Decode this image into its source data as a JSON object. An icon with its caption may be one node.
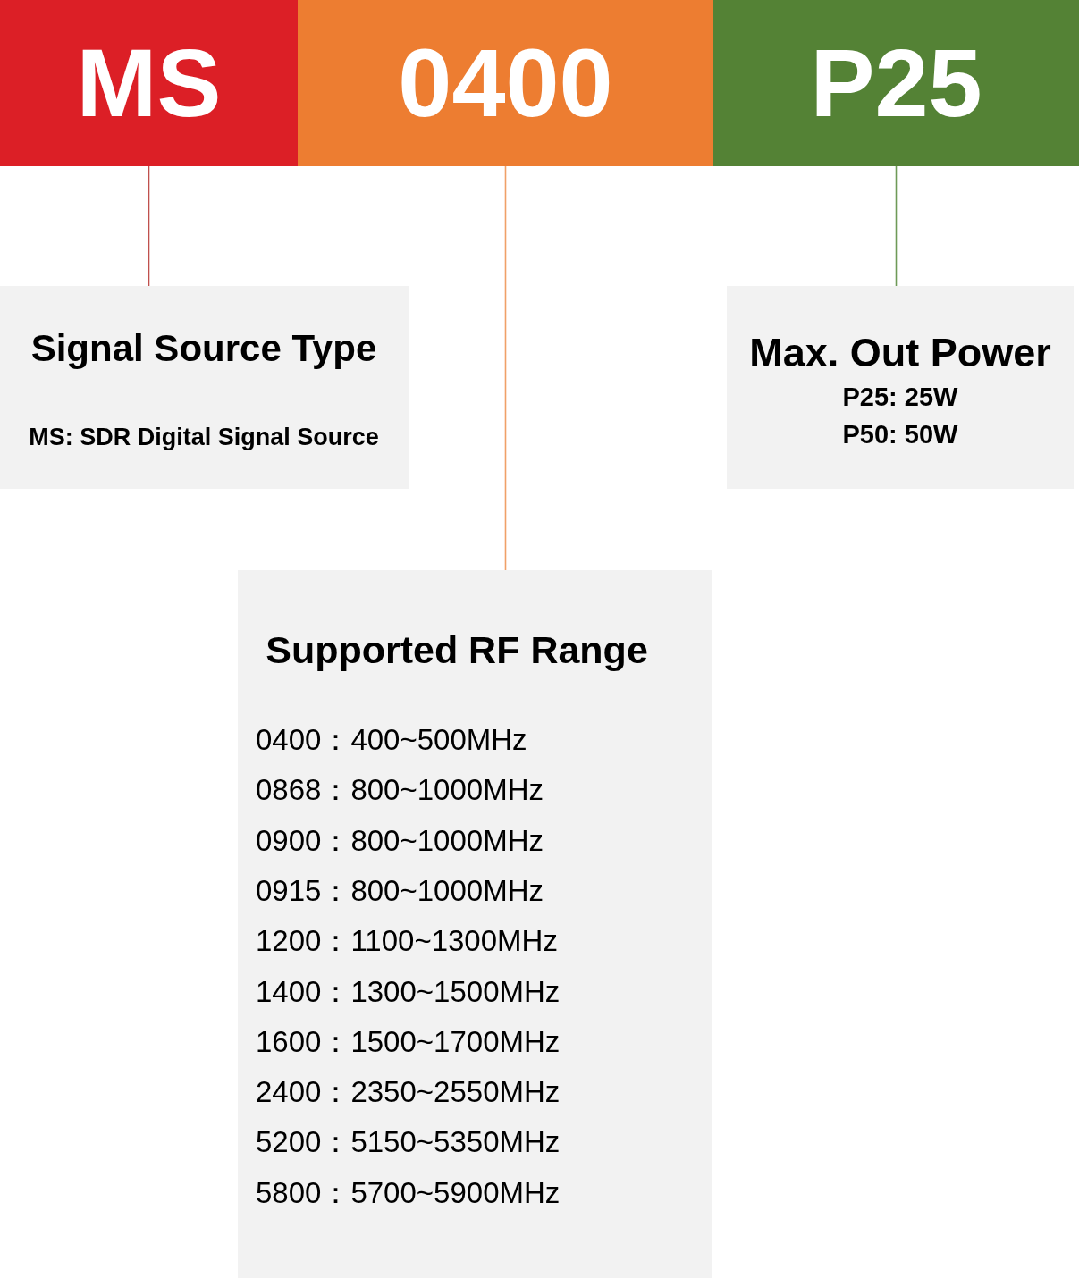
{
  "diagram": {
    "nodes": [
      {
        "text": [
          "MS"
        ]
      },
      {
        "text": [
          "0400"
        ]
      },
      {
        "text": [
          "P25"
        ]
      },
      {
        "text": [
          "Signal Source Type",
          "MS: SDR Digital Signal Source"
        ]
      },
      {
        "text": [
          "Max. Out Power",
          "P25: 25W",
          "P50: 50W"
        ]
      },
      {
        "text": [
          "Supported RF Range",
          "0400：400~500MHz",
          "0868：800~1000MHz",
          "0900：800~1000MHz",
          "0915：800~1000MHz",
          "1200：1100~1300MHz",
          "1400：1300~1500MHz",
          "1600：1500~1700MHz",
          "2400：2350~2550MHz",
          "5200：5150~5350MHz",
          "5800：5700~5900MHz"
        ]
      }
    ],
    "edges": [
      {
        "from": 0,
        "to": 3,
        "arrow": "none",
        "color": "#c0504d"
      },
      {
        "from": 1,
        "to": 5,
        "arrow": "none",
        "color": "#f0a068"
      },
      {
        "from": 2,
        "to": 4,
        "arrow": "none",
        "color": "#6e9a58"
      }
    ]
  }
}
